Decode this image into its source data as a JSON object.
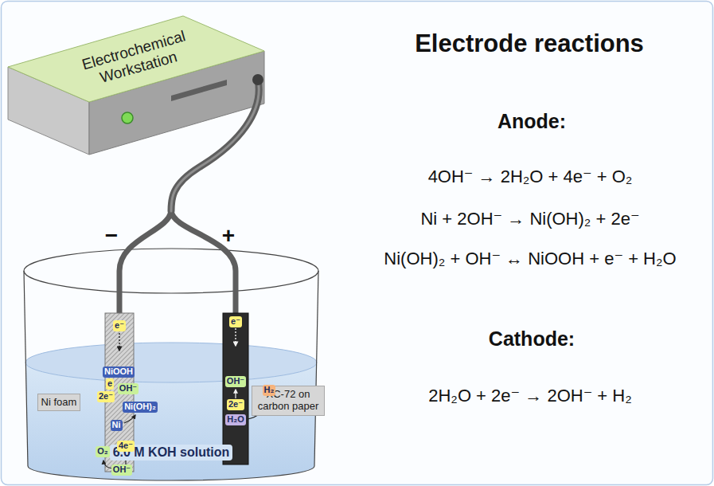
{
  "diagram": {
    "title": "Electrode reactions",
    "nodes": [
      {
        "text": [
          "Electrochemical Workstation"
        ]
      },
      {
        "text": [
          "6.0 M KOH solution"
        ]
      },
      {
        "text": [
          "Ni foam"
        ]
      },
      {
        "text": [
          "XC-72 on carbon paper"
        ]
      }
    ],
    "labels": [
      "−",
      "+",
      "e⁻",
      "NiOOH",
      "e",
      "OH⁻",
      "2e⁻",
      "Ni(OH)₂",
      "Ni",
      "O₂",
      "4e⁻",
      "OH⁻",
      "e⁻",
      "OH⁻",
      "H₂",
      "2e⁻",
      "H₂O",
      "Anode:",
      "4OH⁻ → 2H₂O + 4e⁻ + O₂",
      "Ni + 2OH⁻ → Ni(OH)₂ + 2e⁻",
      "Ni(OH)₂ + OH⁻ ↔ NiOOH + e⁻ + H₂O",
      "Cathode:",
      "2H₂O + 2e⁻ → 2OH⁻ + H₂"
    ]
  }
}
